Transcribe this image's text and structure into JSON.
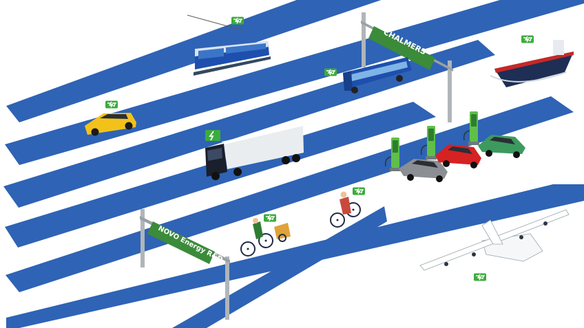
{
  "scene": {
    "road_color": "#2f63b5",
    "background_color": "#ffffff",
    "charge_badge_color": "#3cab3c",
    "charge_icon": "lightning-bolt-icon",
    "gantries": [
      {
        "label": "CHALMERS",
        "sign_color": "#3b8b3b"
      },
      {
        "label": "NOVO Energy R&D",
        "sign_color": "#3b8b3b"
      }
    ],
    "vehicles": [
      "tram",
      "city-bus",
      "cargo-ship",
      "taxi",
      "semi-truck",
      "electric-cars",
      "cyclist-with-trailer",
      "cyclist",
      "electric-aircraft"
    ]
  }
}
